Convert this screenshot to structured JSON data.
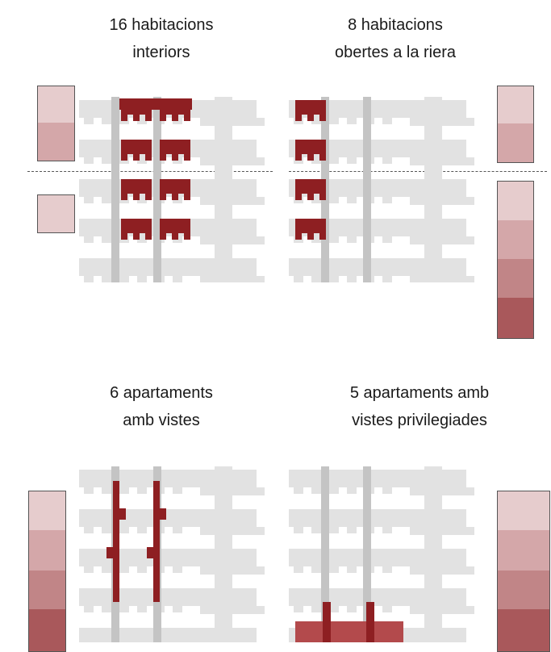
{
  "captions": {
    "top_left": [
      "16 habitacions",
      "interiors"
    ],
    "top_right": [
      "8 habitacions",
      "obertes a la riera"
    ],
    "bottom_left": [
      "6 apartaments",
      "amb vistes"
    ],
    "bottom_right": [
      "5 apartaments amb",
      "vistes privilegiades"
    ]
  },
  "colors": {
    "building": "#e2e2e2",
    "corridor": "#c4c4c4",
    "highlight": "#8e1f22",
    "highlight_light": "#b34a4c",
    "shade_1": "#e6cccd",
    "shade_2": "#d4a7a9",
    "shade_3": "#c18587",
    "shade_4": "#a9585b",
    "swatch_border": "#555555"
  },
  "icons": {
    "plan": "building-floor-plan"
  }
}
